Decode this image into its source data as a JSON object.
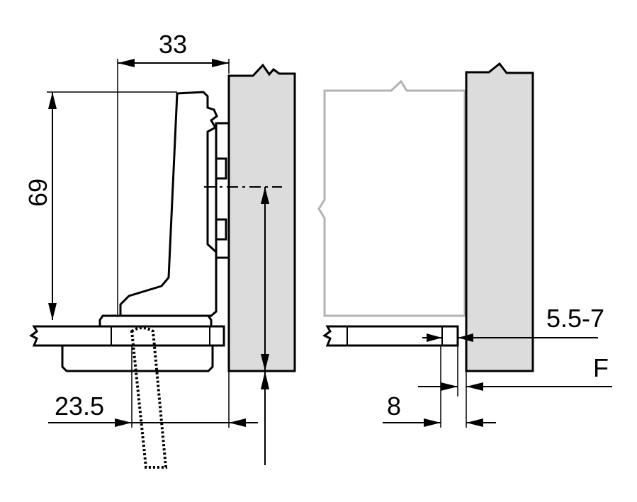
{
  "dimensions": {
    "width_33": "33",
    "height_69": "69",
    "offset_23_5": "23.5",
    "overlay_5_5_7": "5.5-7",
    "gap_8": "8",
    "gap_F": "F"
  }
}
